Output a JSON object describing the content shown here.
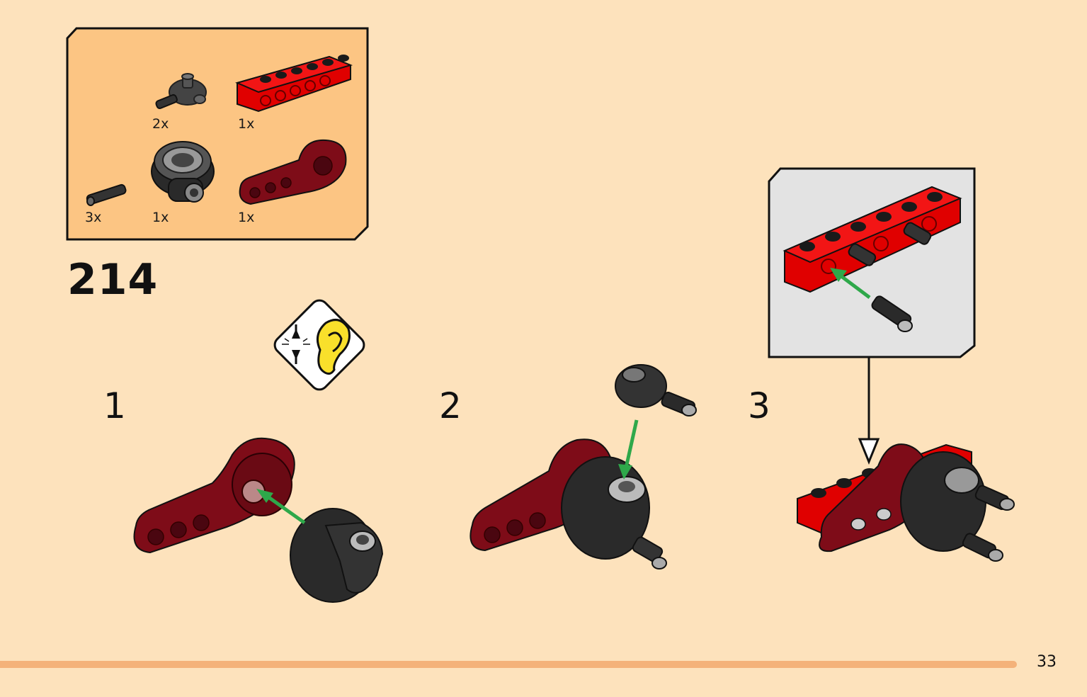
{
  "page": {
    "number": "33",
    "step_number": "214"
  },
  "parts": [
    {
      "qty": "2x",
      "icon": "axle-connector-part"
    },
    {
      "qty": "1x",
      "icon": "red-technic-brick-1x6"
    },
    {
      "qty": "3x",
      "icon": "friction-pin-part"
    },
    {
      "qty": "1x",
      "icon": "turntable-part"
    },
    {
      "qty": "1x",
      "icon": "dark-red-beam-arm"
    }
  ],
  "substeps": [
    "1",
    "2",
    "3"
  ],
  "callout_icon": "click-sound-ear-icon",
  "colors": {
    "background": "#FDE2BC",
    "parts_panel": "#FCC583",
    "callout_panel": "#E3E3E3",
    "brick_red": "#E00000",
    "dark_red": "#7E0C18",
    "arrow_green": "#2EA84A",
    "rule": "#F4B27A"
  }
}
